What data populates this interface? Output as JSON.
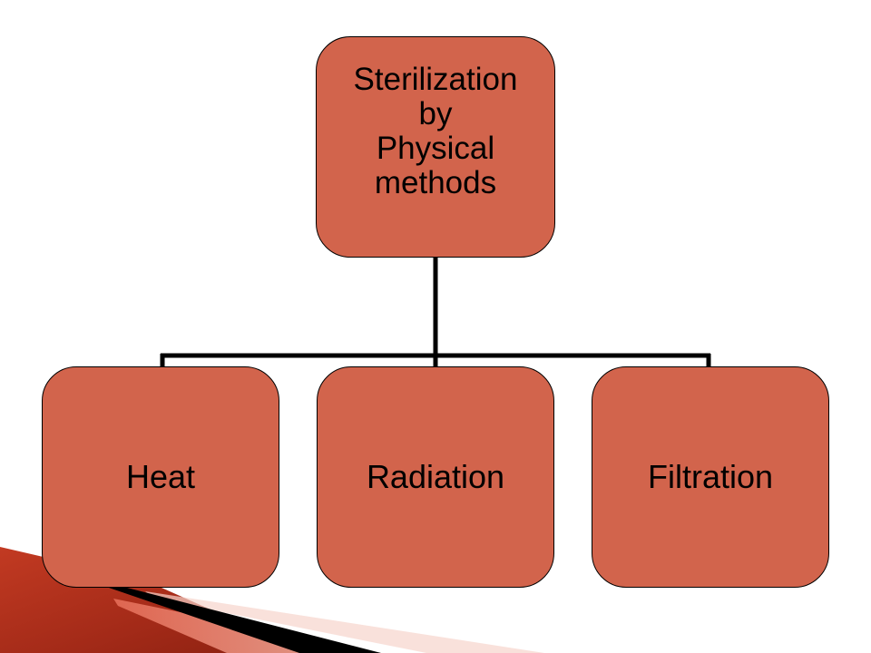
{
  "diagram": {
    "root": {
      "label": "Sterilization\n by\nPhysical\nmethods"
    },
    "children": [
      {
        "label": "Heat"
      },
      {
        "label": "Radiation"
      },
      {
        "label": "Filtration"
      }
    ]
  },
  "colors": {
    "node_fill": "#d2644c",
    "node_border": "#000000",
    "connector": "#000000",
    "deco_dark": "#000000",
    "deco_red": "#b8321f",
    "deco_pink": "#e86a55"
  }
}
